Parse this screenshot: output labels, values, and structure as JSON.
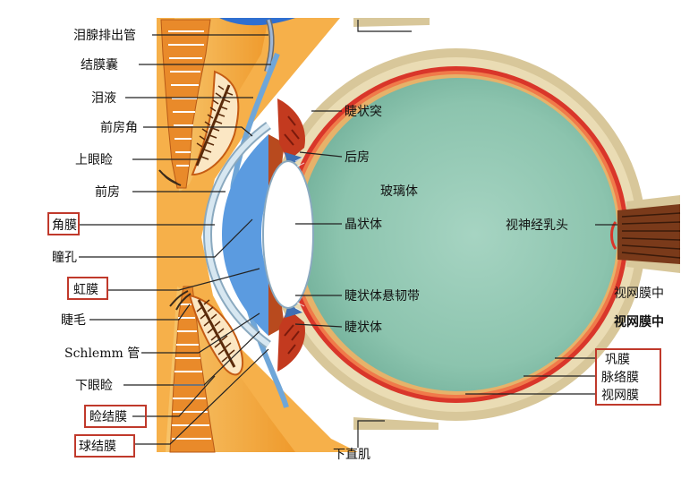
{
  "labels": {
    "lacrimal_duct": "泪腺排出管",
    "conjunctival_sac": "结膜囊",
    "tear_fluid": "泪液",
    "anterior_chamber_angle": "前房角",
    "upper_eyelid": "上眼睑",
    "anterior_chamber": "前房",
    "cornea": "角膜",
    "pupil": "瞳孔",
    "iris": "虹膜",
    "eyelash": "睫毛",
    "schlemm_canal": "Schlemm 管",
    "lower_eyelid": "下眼睑",
    "palpebral_conjunctiva": "睑结膜",
    "bulbar_conjunctiva": "球结膜",
    "ciliary_process": "睫状突",
    "posterior_chamber": "后房",
    "vitreous_body": "玻璃体",
    "lens": "晶状体",
    "zonular_fibers": "睫状体悬韧带",
    "ciliary_body": "睫状体",
    "optic_disc": "视神经乳头",
    "retina_center_1": "视网膜中",
    "retina_center_2": "视网膜中",
    "sclera": "巩膜",
    "choroid": "脉络膜",
    "retina": "视网膜",
    "inferior_rectus": "下直肌"
  },
  "colors": {
    "vitreous": "#8cc4ae",
    "sclera": "#e8d9b0",
    "choroid": "#d9362a",
    "cornea": "#cfe3ee",
    "aqueous": "#5b9be0",
    "eyelid": "#f0a23a",
    "label_box": "#c0392b"
  }
}
